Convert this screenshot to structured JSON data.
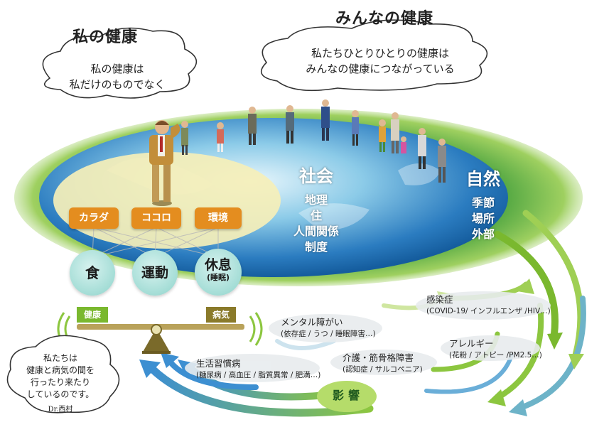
{
  "titles": {
    "left": "私の健康",
    "right": "みんなの健康"
  },
  "clouds": {
    "left": [
      "私の健康は",
      "私だけのものでなく"
    ],
    "right": [
      "私たちひとりひとりの健康は",
      "みんなの健康につながっている"
    ]
  },
  "globe": {
    "society": {
      "title": "社会",
      "items": [
        "地理",
        "住",
        "人間関係",
        "制度"
      ]
    },
    "nature": {
      "title": "自然",
      "items": [
        "季節",
        "場所",
        "外部"
      ]
    }
  },
  "tags": [
    "カラダ",
    "ココロ",
    "環境"
  ],
  "circles": [
    {
      "label": "食",
      "sub": ""
    },
    {
      "label": "運動",
      "sub": ""
    },
    {
      "label": "休息",
      "sub": "(睡眠)"
    }
  ],
  "balance": {
    "left": "健康",
    "right": "病気"
  },
  "diseases": [
    {
      "head": "メンタル障がい",
      "detail": "(依存症 / うつ / 睡眠障害…)"
    },
    {
      "head": "感染症",
      "detail": "(COVID-19/ インフルエンザ /HIV…)"
    },
    {
      "head": "アレルギー",
      "detail": "(花粉 / アトピー /PM2.5…)"
    },
    {
      "head": "介護・筋骨格障害",
      "detail": "(認知症 / サルコペニア)"
    },
    {
      "head": "生活習慣病",
      "detail": "(糖尿病 / 高血圧 / 脂質異常 / 肥満…)"
    }
  ],
  "impact": "影響",
  "quote": {
    "lines": [
      "私たちは",
      "健康と病気の間を",
      "行ったり来たり",
      "しているのです。"
    ],
    "author": "Dr.西村"
  },
  "colors": {
    "tag": "#e48d1f",
    "balance_health": "#7ab82e",
    "balance_disease": "#8a7a2a",
    "arrow_blue": "#3d8fd1",
    "arrow_green": "#8cc63f"
  }
}
